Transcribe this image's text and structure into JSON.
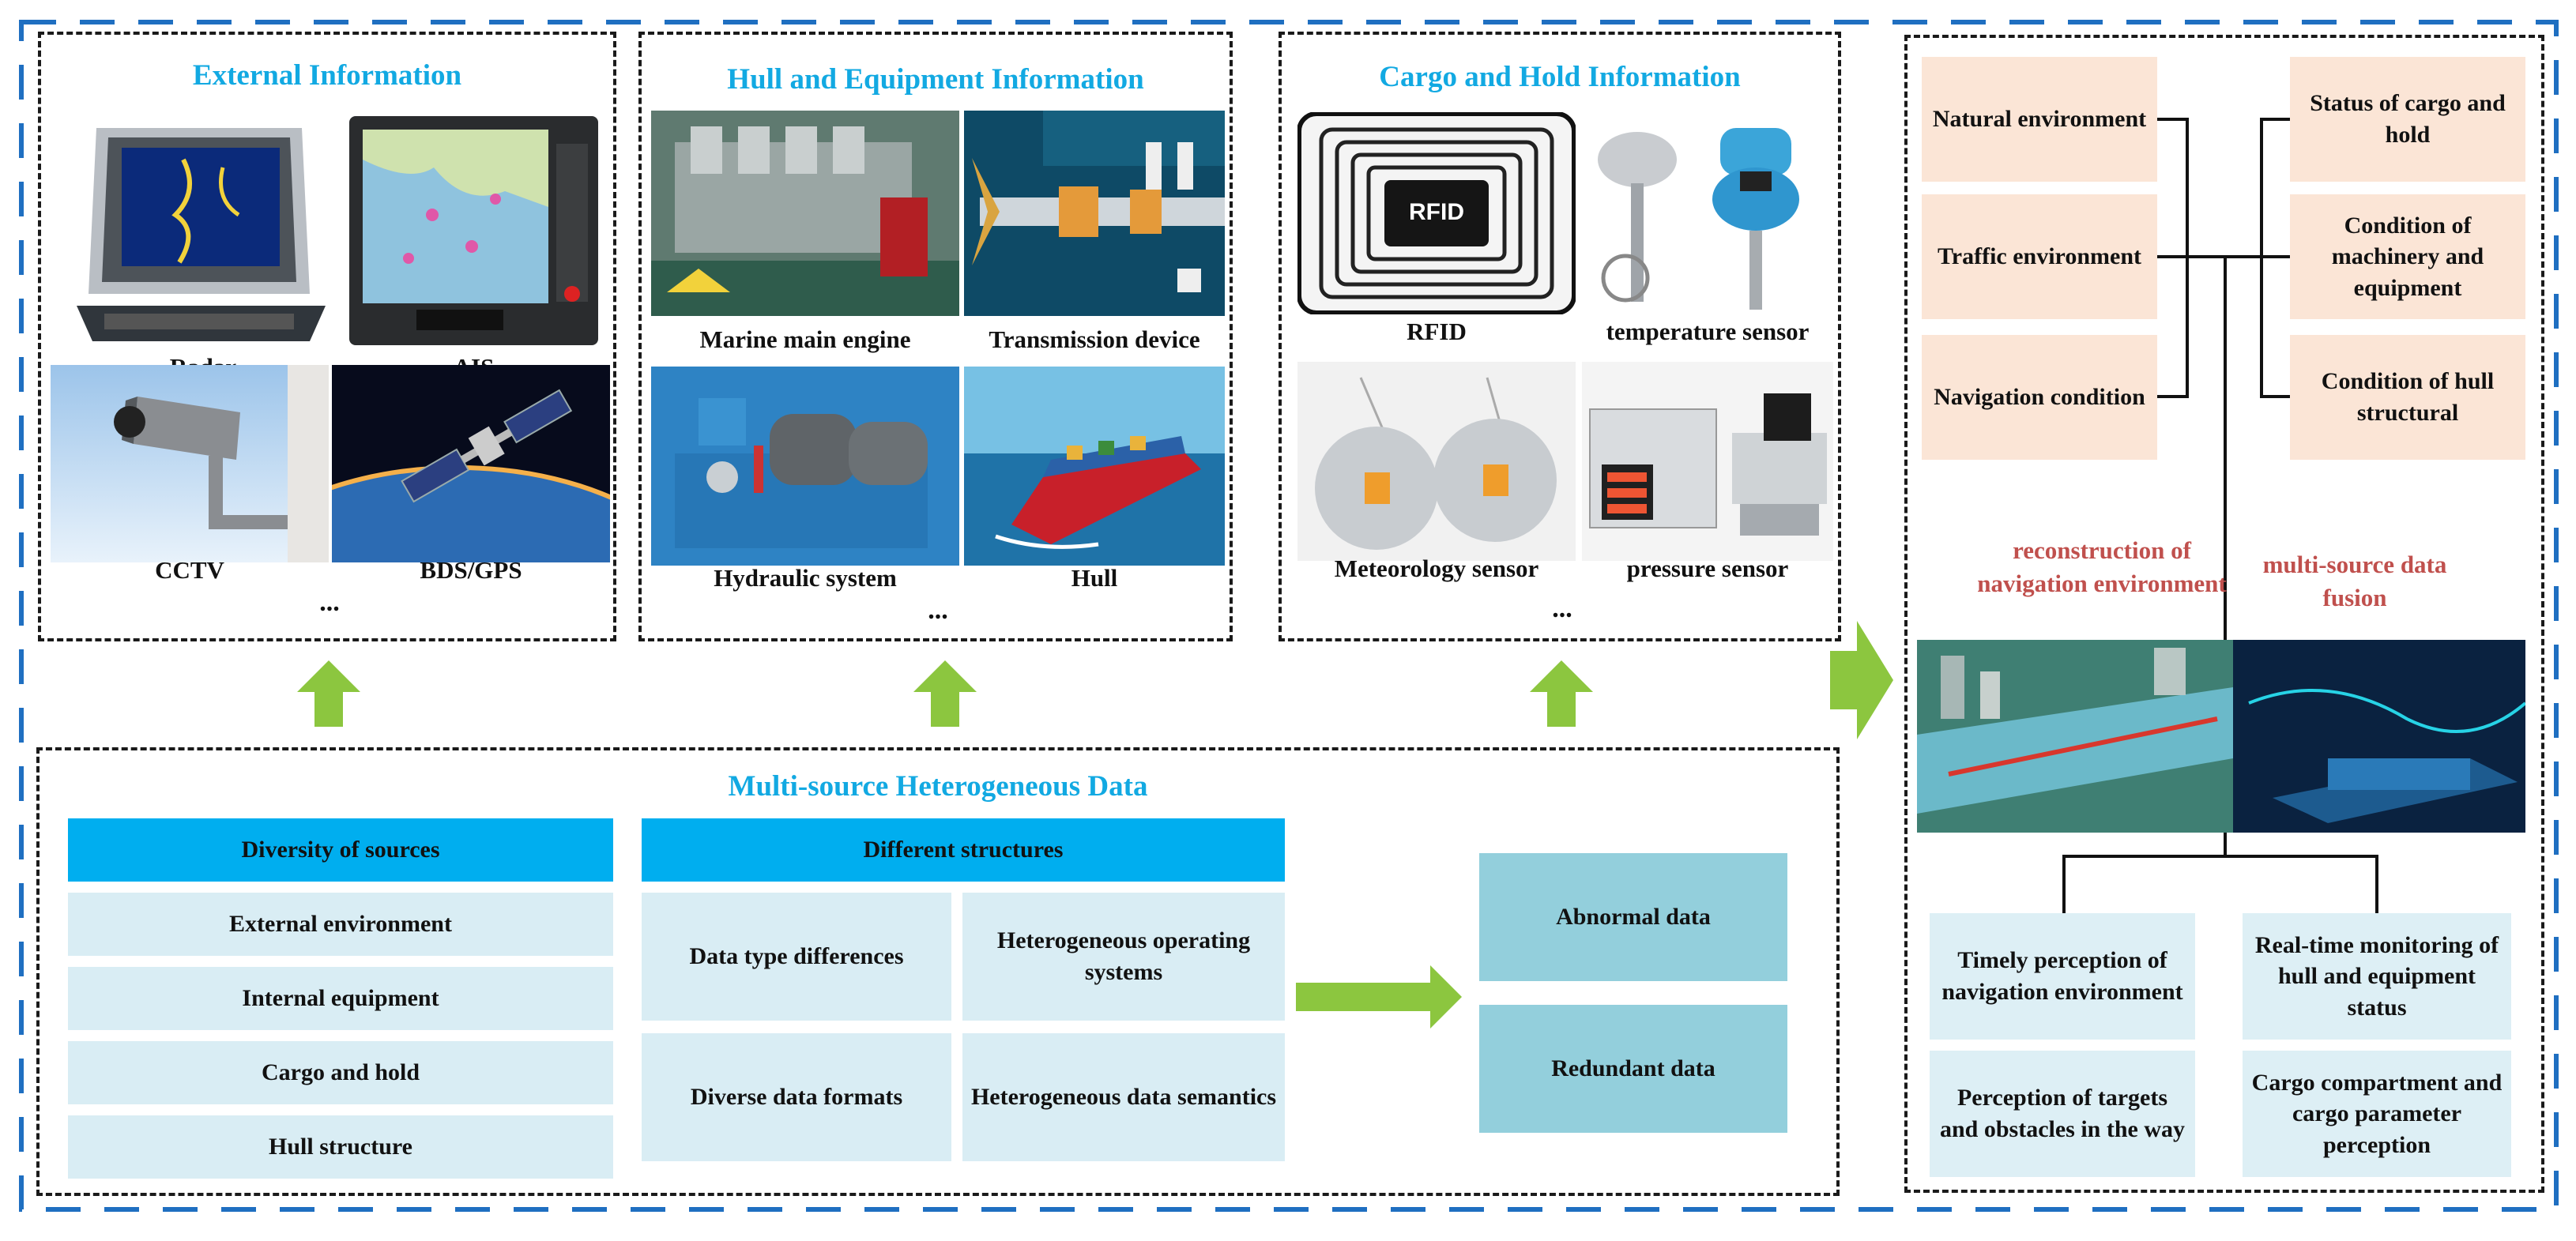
{
  "external": {
    "title": "External Information",
    "items": [
      "Radar",
      "AIS",
      "CCTV",
      "BDS/GPS"
    ],
    "more": "..."
  },
  "hull": {
    "title": "Hull and Equipment Information",
    "items": [
      "Marine main engine",
      "Transmission device",
      "Hydraulic system",
      "Hull"
    ],
    "more": "..."
  },
  "cargo": {
    "title": "Cargo and Hold Information",
    "items": [
      "RFID",
      "temperature sensor",
      "Meteorology sensor",
      "pressure sensor"
    ],
    "rfid_tag": "RFID",
    "more": "..."
  },
  "multisource": {
    "title": "Multi-source Heterogeneous Data",
    "diversity": {
      "header": "Diversity of sources",
      "items": [
        "External environment",
        "Internal equipment",
        "Cargo and hold",
        "Hull structure"
      ]
    },
    "structures": {
      "header": "Different structures",
      "items": [
        "Data type differences",
        "Heterogeneous operating systems",
        "Diverse data formats",
        "Heterogeneous data semantics"
      ]
    },
    "problems": [
      "Abnormal data",
      "Redundant data"
    ]
  },
  "right": {
    "left_boxes": [
      "Natural environment",
      "Traffic environment",
      "Navigation condition"
    ],
    "right_boxes": [
      "Status of cargo and hold",
      "Condition of machinery and equipment",
      "Condition of hull structural"
    ],
    "label_left": "reconstruction of navigation environment",
    "label_right": "multi-source data fusion",
    "outputs": [
      "Timely perception of navigation environment",
      "Real-time monitoring of hull and equipment status",
      "Perception of targets and obstacles in the way",
      "Cargo compartment and cargo parameter perception"
    ]
  },
  "colors": {
    "title_blue": "#12a9e2",
    "header_blue": "#00aeef",
    "light_blue": "#d9edf4",
    "mid_blue": "#93cfdc",
    "peach": "#fbe5d6",
    "arrow_green": "#8cc63f",
    "label_red": "#c0504d",
    "frame_blue": "#1f6fc1"
  }
}
